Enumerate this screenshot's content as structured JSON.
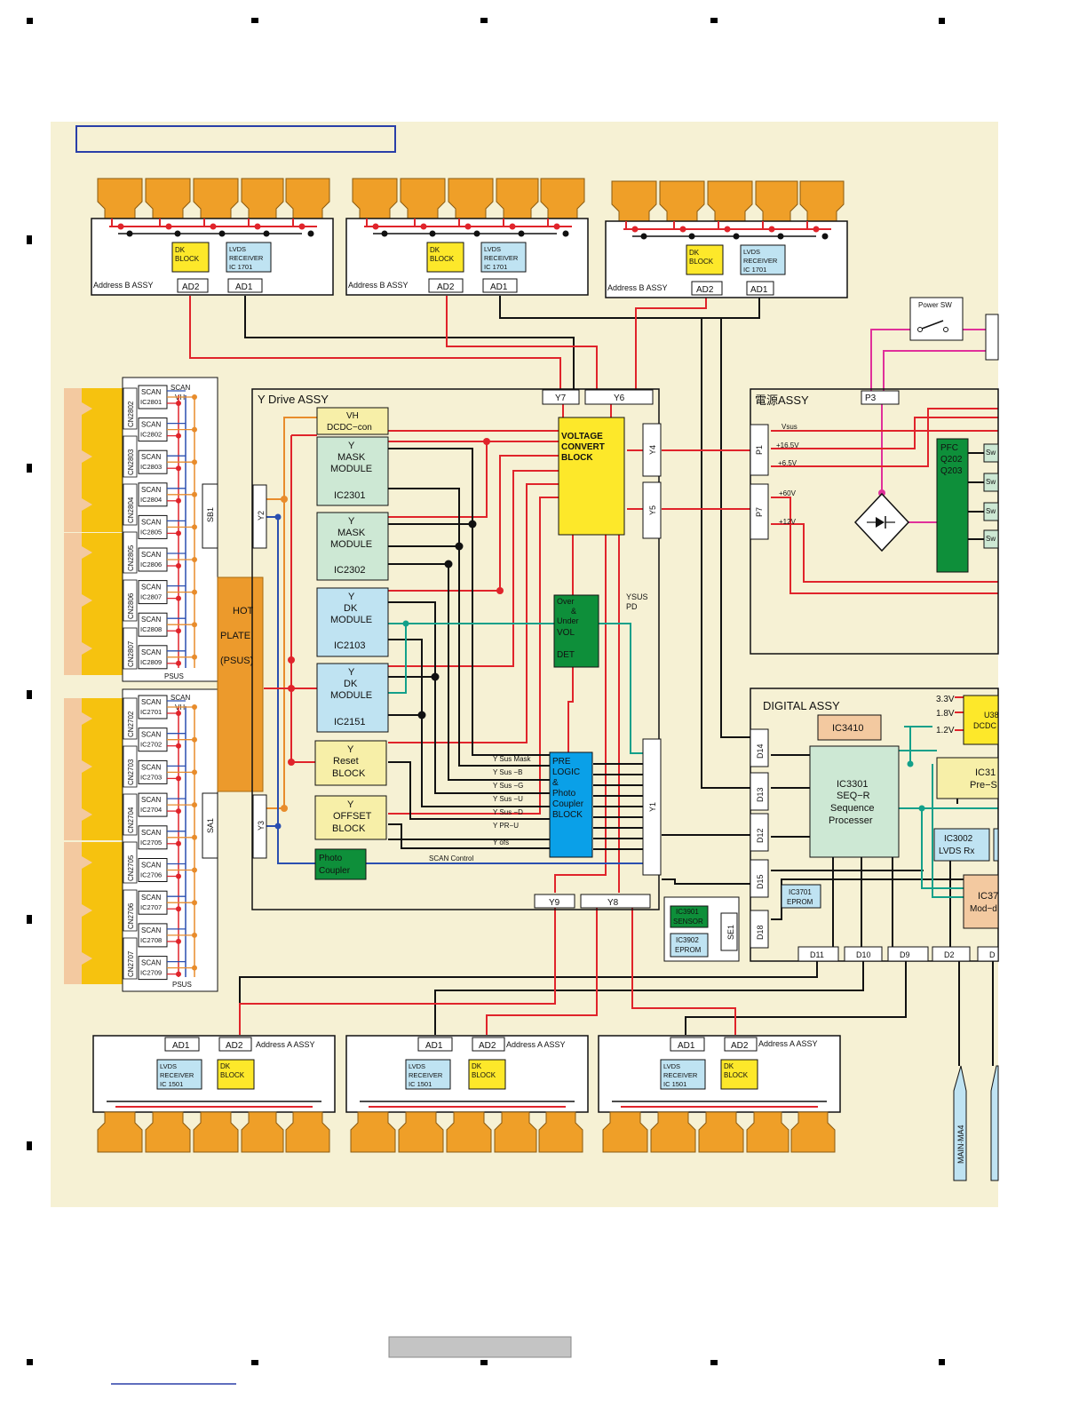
{
  "colors": {
    "background_panel": "#f6f1d4",
    "red": "#e0242b",
    "black": "#111111",
    "blue": "#2a4fb0",
    "green": "#13a08a",
    "magenta": "#e0309a",
    "orange": "#e88c2c",
    "yellow": "#fde82a",
    "light_green": "#cde8d4",
    "light_blue": "#bfe3f2",
    "dark_green": "#0e8f3a",
    "bright_blue": "#0aa0e8",
    "connector_orange": "#ef9f28",
    "cream": "#f7efa8",
    "tan": "#f3c9a0"
  },
  "addr_b": {
    "dk_block": [
      "DK",
      "BLOCK"
    ],
    "lvds": [
      "LVDS",
      "RECEIVER",
      "IC 1701"
    ],
    "assy_label": "Address  B  ASSY",
    "ad1": "AD1",
    "ad2": "AD2"
  },
  "addr_a": {
    "dk_block": [
      "DK",
      "BLOCK"
    ],
    "lvds": [
      "LVDS",
      "RECEIVER",
      "IC 1501"
    ],
    "assy_label": "Address  A  ASSY",
    "ad1": "AD1",
    "ad2": "AD2"
  },
  "scan_upper": {
    "cn": [
      "CN2802",
      "CN2803",
      "CN2804",
      "CN2805",
      "CN2806",
      "CN2807"
    ],
    "ic": [
      "IC2801",
      "IC2802",
      "IC2803",
      "IC2804",
      "IC2805",
      "IC2806",
      "IC2807",
      "IC2808",
      "IC2809"
    ],
    "top": "SCAN",
    "vh": "VH",
    "psus": "PSUS",
    "sb1": "SB1"
  },
  "scan_lower": {
    "cn": [
      "CN2702",
      "CN2703",
      "CN2704",
      "CN2705",
      "CN2706",
      "CN2707"
    ],
    "ic": [
      "IC2701",
      "IC2702",
      "IC2703",
      "IC2704",
      "IC2705",
      "IC2706",
      "IC2707",
      "IC2708",
      "IC2709"
    ],
    "top": "SCAN",
    "vh": "VH",
    "psus": "PSUS",
    "sa1": "SA1"
  },
  "scan_word": "SCAN",
  "hot_plate": [
    "HOT",
    "PLATE",
    "(PSUS)"
  ],
  "y_drive": {
    "title": "Y  Drive  ASSY",
    "y1": "Y1",
    "y2": "Y2",
    "y3": "Y3",
    "y4": "Y4",
    "y5": "Y5",
    "y6": "Y6",
    "y7": "Y7",
    "y8": "Y8",
    "y9": "Y9",
    "vh_dcdc": [
      "VH",
      "DCDC−con"
    ],
    "mask1": [
      "Y",
      "MASK",
      "MODULE",
      "IC2301"
    ],
    "mask2": [
      "Y",
      "MASK",
      "MODULE",
      "IC2302"
    ],
    "dk1": [
      "Y",
      "DK",
      "MODULE",
      "IC2103"
    ],
    "dk2": [
      "Y",
      "DK",
      "MODULE",
      "IC2151"
    ],
    "reset": [
      "Y",
      "Reset",
      "BLOCK"
    ],
    "offset": [
      "Y",
      "OFFSET",
      "BLOCK"
    ],
    "photo": [
      "Photo",
      "Coupler"
    ],
    "vconv": [
      "VOLTAGE",
      "CONVERT",
      "BLOCK"
    ],
    "over_under": [
      "Over",
      "&",
      "Under",
      "VOL",
      "DET"
    ],
    "ysus_pd": [
      "YSUS",
      "PD"
    ],
    "prelogic": [
      "PRE",
      "LOGIC",
      "&",
      "Photo",
      "Coupler",
      "BLOCK"
    ],
    "signals": [
      "Y Sus Mask",
      "Y Sus −B",
      "Y Sus −G",
      "Y Sus −U",
      "Y Sus −D",
      "Y  PR−U",
      "Y ofs"
    ],
    "scan_control": "SCAN Control"
  },
  "power": {
    "title": "電源ASSY",
    "p1": "P1",
    "p3": "P3",
    "p7": "P7",
    "vsus": "Vsus",
    "v165": "+16.5V",
    "v65": "+6.5V",
    "v60": "+60V",
    "v12": "+12V",
    "pfc": [
      "PFC",
      "Q202",
      "Q203"
    ],
    "sw": [
      "Sw",
      "Sw",
      "Sw",
      "Sw"
    ],
    "power_sw": "Power  SW"
  },
  "digital": {
    "title": "DIGITAL  ASSY",
    "ic3410": "IC3410",
    "v33": "3.3V",
    "v18": "1.8V",
    "v12": "1.2V",
    "dcdc": [
      "U38",
      "DCDC"
    ],
    "ic3301": [
      "IC3301",
      "SEQ−R",
      "Sequence",
      "Processer"
    ],
    "ic31": [
      "IC31",
      "Pre−S"
    ],
    "ic3002": [
      "IC3002",
      "LVDS Rx"
    ],
    "ic37": [
      "IC37",
      "Mod−d"
    ],
    "ic3701": [
      "IC3701",
      "EPROM"
    ],
    "sensor": [
      "IC3901",
      "SENSOR"
    ],
    "eprom": [
      "IC3902",
      "EPROM"
    ],
    "se1": "SE1",
    "d_side": [
      "D14",
      "D13",
      "D12",
      "D15",
      "D18"
    ],
    "d_bottom": [
      "D11",
      "D10",
      "D9",
      "D2",
      "D"
    ]
  },
  "main_ma4": "MAIN∙MA4"
}
